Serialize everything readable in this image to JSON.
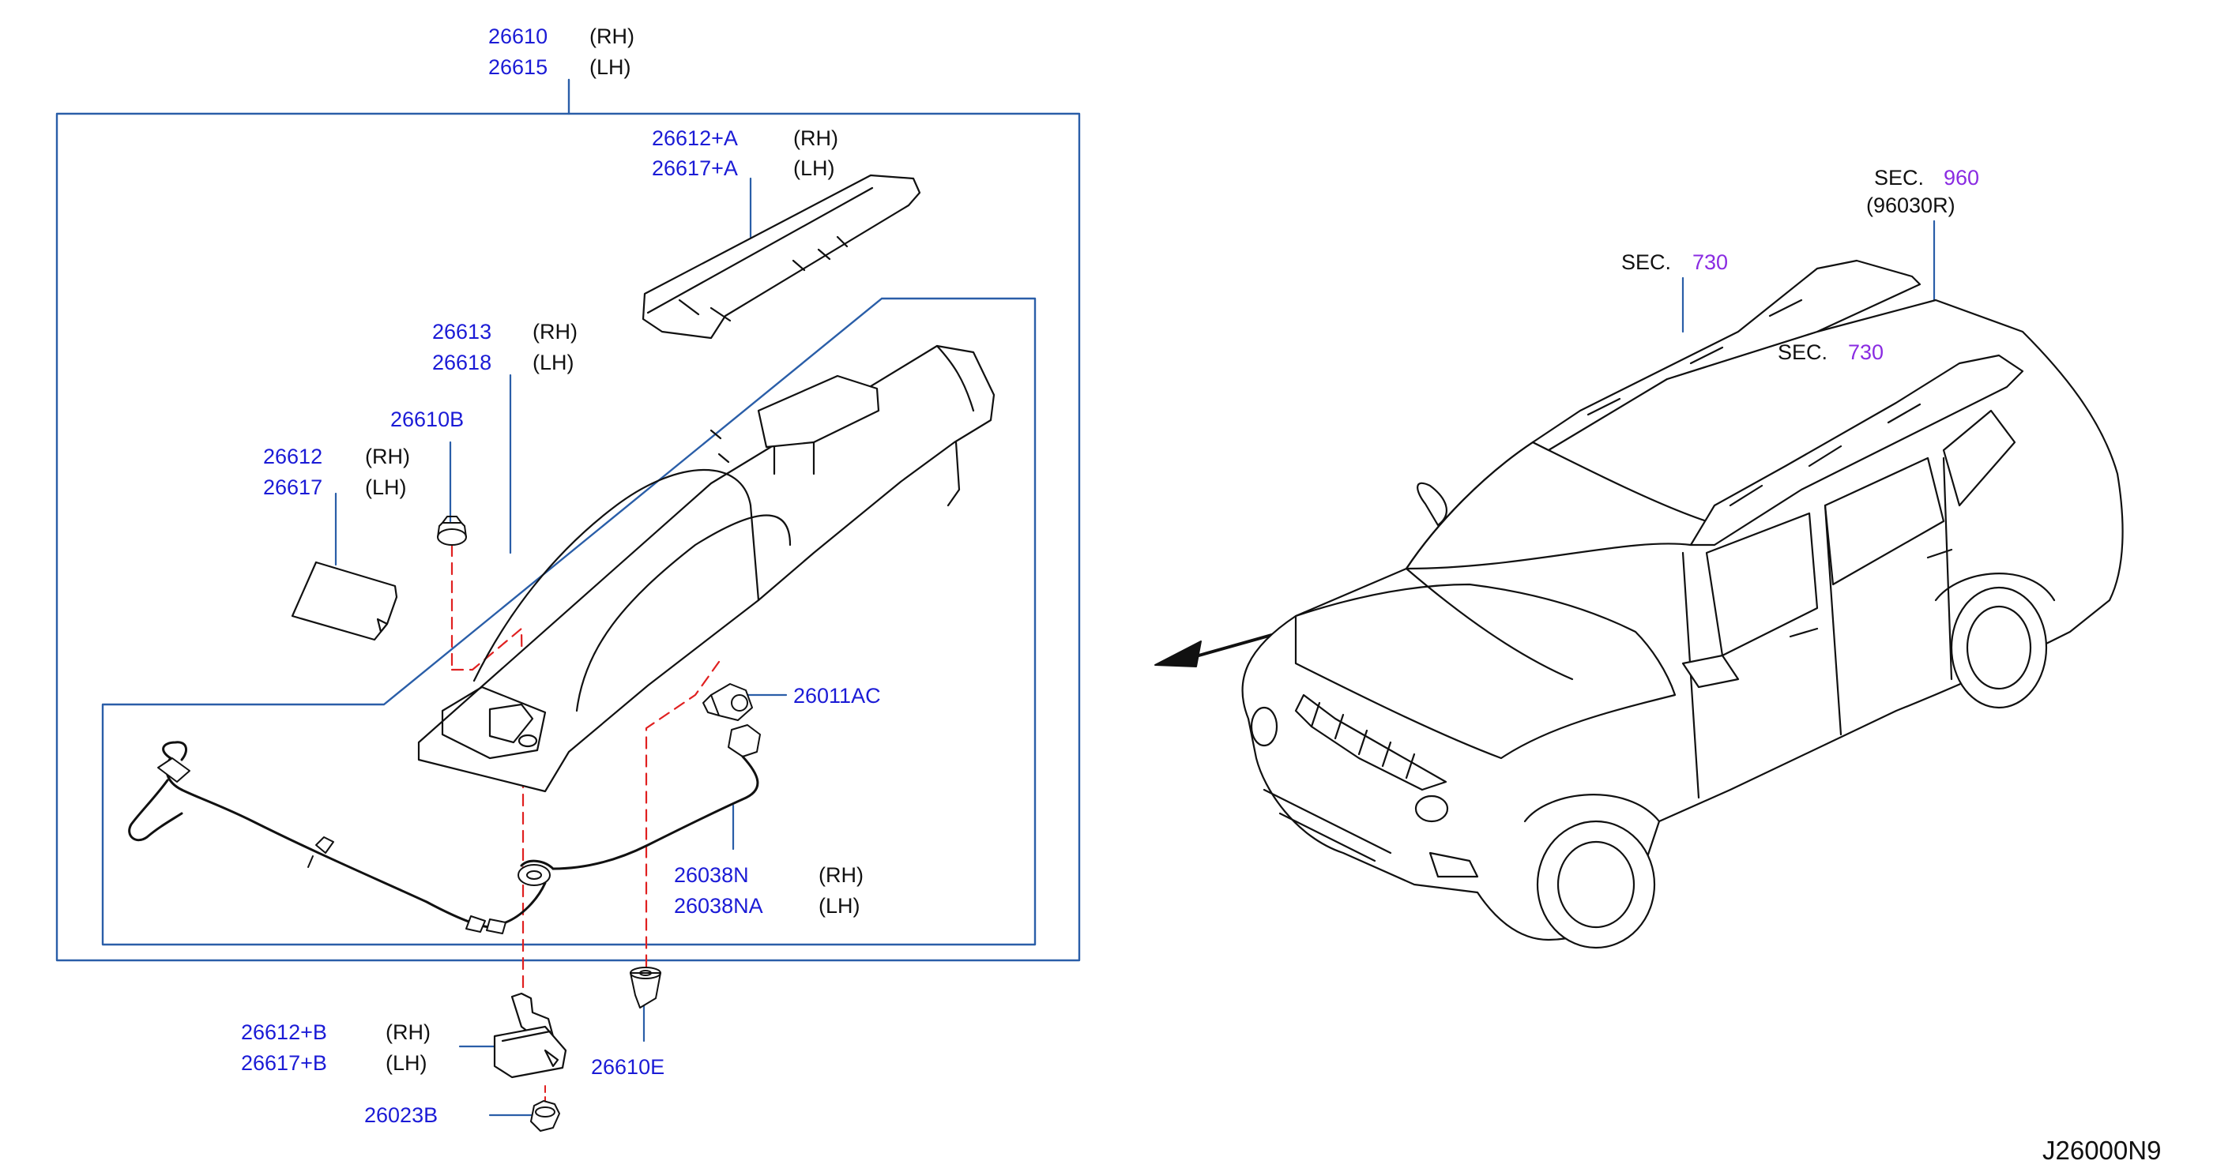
{
  "diagram": {
    "code": "J26000N9",
    "colors": {
      "part_number": "#1b1bd6",
      "section_ref": "#8a2be2",
      "frame": "#2a5ea8",
      "dashed": "#e02020",
      "drawing": "#111111"
    },
    "parts": [
      {
        "id": "p26610",
        "rh": "26610",
        "lh": "26615",
        "rh_side": "(RH)",
        "lh_side": "(LH)"
      },
      {
        "id": "p26612A",
        "rh": "26612+A",
        "lh": "26617+A",
        "rh_side": "(RH)",
        "lh_side": "(LH)"
      },
      {
        "id": "p26613",
        "rh": "26613",
        "lh": "26618",
        "rh_side": "(RH)",
        "lh_side": "(LH)"
      },
      {
        "id": "p26610B",
        "num": "26610B"
      },
      {
        "id": "p26612",
        "rh": "26612",
        "lh": "26617",
        "rh_side": "(RH)",
        "lh_side": "(LH)"
      },
      {
        "id": "p26011AC",
        "num": "26011AC"
      },
      {
        "id": "p26038",
        "rh": "26038N",
        "lh": "26038NA",
        "rh_side": "(RH)",
        "lh_side": "(LH)"
      },
      {
        "id": "p26612B",
        "rh": "26612+B",
        "lh": "26617+B",
        "rh_side": "(RH)",
        "lh_side": "(LH)"
      },
      {
        "id": "p26610E",
        "num": "26610E"
      },
      {
        "id": "p26023B",
        "num": "26023B"
      }
    ],
    "sections": [
      {
        "id": "sec960",
        "prefix": "SEC.",
        "num": "960",
        "sub": "(96030R)"
      },
      {
        "id": "sec730a",
        "prefix": "SEC.",
        "num": "730"
      },
      {
        "id": "sec730b",
        "prefix": "SEC.",
        "num": "730"
      }
    ]
  }
}
